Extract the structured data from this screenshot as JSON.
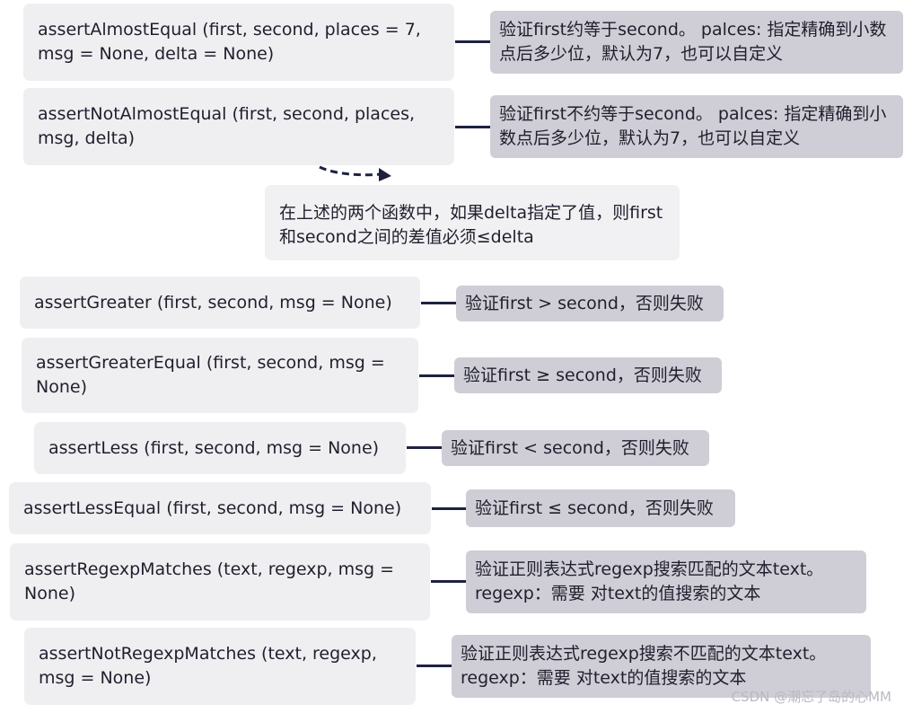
{
  "functions": [
    {
      "signature": "assertAlmostEqual (first, second, places = 7, msg = None, delta = None)",
      "description": "验证first约等于second。 palces: 指定精确到小数点后多少位，默认为7，也可以自定义"
    },
    {
      "signature": "assertNotAlmostEqual (first, second, places, msg, delta)",
      "description": "验证first不约等于second。 palces: 指定精确到小数点后多少位，默认为7，也可以自定义"
    },
    {
      "signature": "assertGreater (first, second, msg = None)",
      "description": "验证first > second，否则失败"
    },
    {
      "signature": "assertGreaterEqual (first, second, msg = None)",
      "description": "验证first ≥ second，否则失败"
    },
    {
      "signature": "assertLess (first, second, msg = None)",
      "description": "验证first < second，否则失败"
    },
    {
      "signature": "assertLessEqual (first, second, msg = None)",
      "description": "验证first ≤ second，否则失败"
    },
    {
      "signature": "assertRegexpMatches (text, regexp, msg = None)",
      "description": "验证正则表达式regexp搜索匹配的文本text。 regexp：需要 对text的值搜索的文本"
    },
    {
      "signature": "assertNotRegexpMatches (text, regexp, msg = None)",
      "description": "验证正则表达式regexp搜索不匹配的文本text。 regexp：需要 对text的值搜索的文本"
    }
  ],
  "note": "在上述的两个函数中，如果delta指定了值，则first和second之间的差值必须≤delta",
  "watermark": "CSDN @潮忘了岛的心MM"
}
